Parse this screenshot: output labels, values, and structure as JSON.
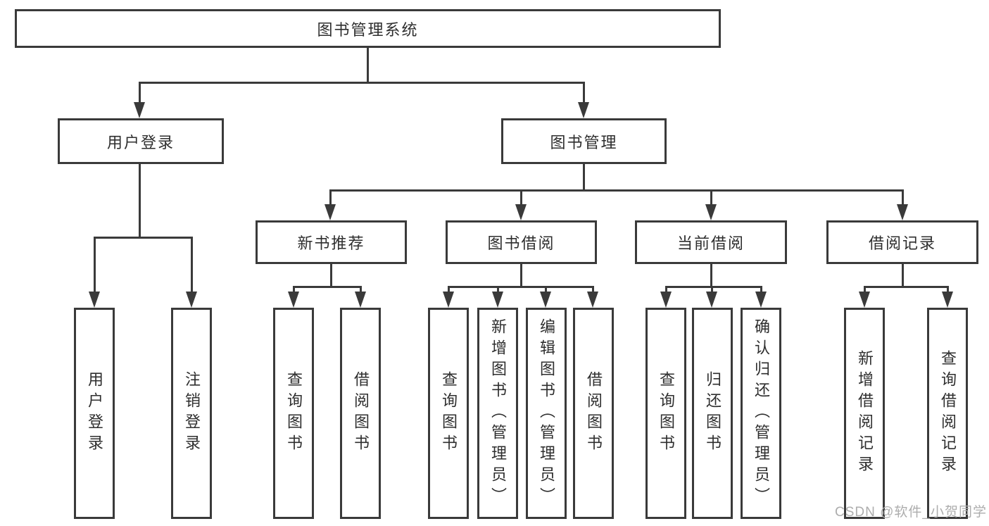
{
  "colors": {
    "line": "#3a3a3a",
    "box_border": "#3a3a3a",
    "text": "#2e2e2e",
    "watermark": "#adadad",
    "background": "#ffffff"
  },
  "watermark": "CSDN @软件_小贺同学",
  "tree": {
    "label": "图书管理系统",
    "children": [
      {
        "label": "用户登录",
        "children": [
          {
            "label": "用户登录"
          },
          {
            "label": "注销登录"
          }
        ]
      },
      {
        "label": "图书管理",
        "children": [
          {
            "label": "新书推荐",
            "children": [
              {
                "label": "查询图书"
              },
              {
                "label": "借阅图书"
              }
            ]
          },
          {
            "label": "图书借阅",
            "children": [
              {
                "label": "查询图书"
              },
              {
                "label": "新增图书（管理员）"
              },
              {
                "label": "编辑图书（管理员）"
              },
              {
                "label": "借阅图书"
              }
            ]
          },
          {
            "label": "当前借阅",
            "children": [
              {
                "label": "查询图书"
              },
              {
                "label": "归还图书"
              },
              {
                "label": "确认归还（管理员）"
              }
            ]
          },
          {
            "label": "借阅记录",
            "children": [
              {
                "label": "新增借阅记录"
              },
              {
                "label": "查询借阅记录"
              }
            ]
          }
        ]
      }
    ]
  }
}
